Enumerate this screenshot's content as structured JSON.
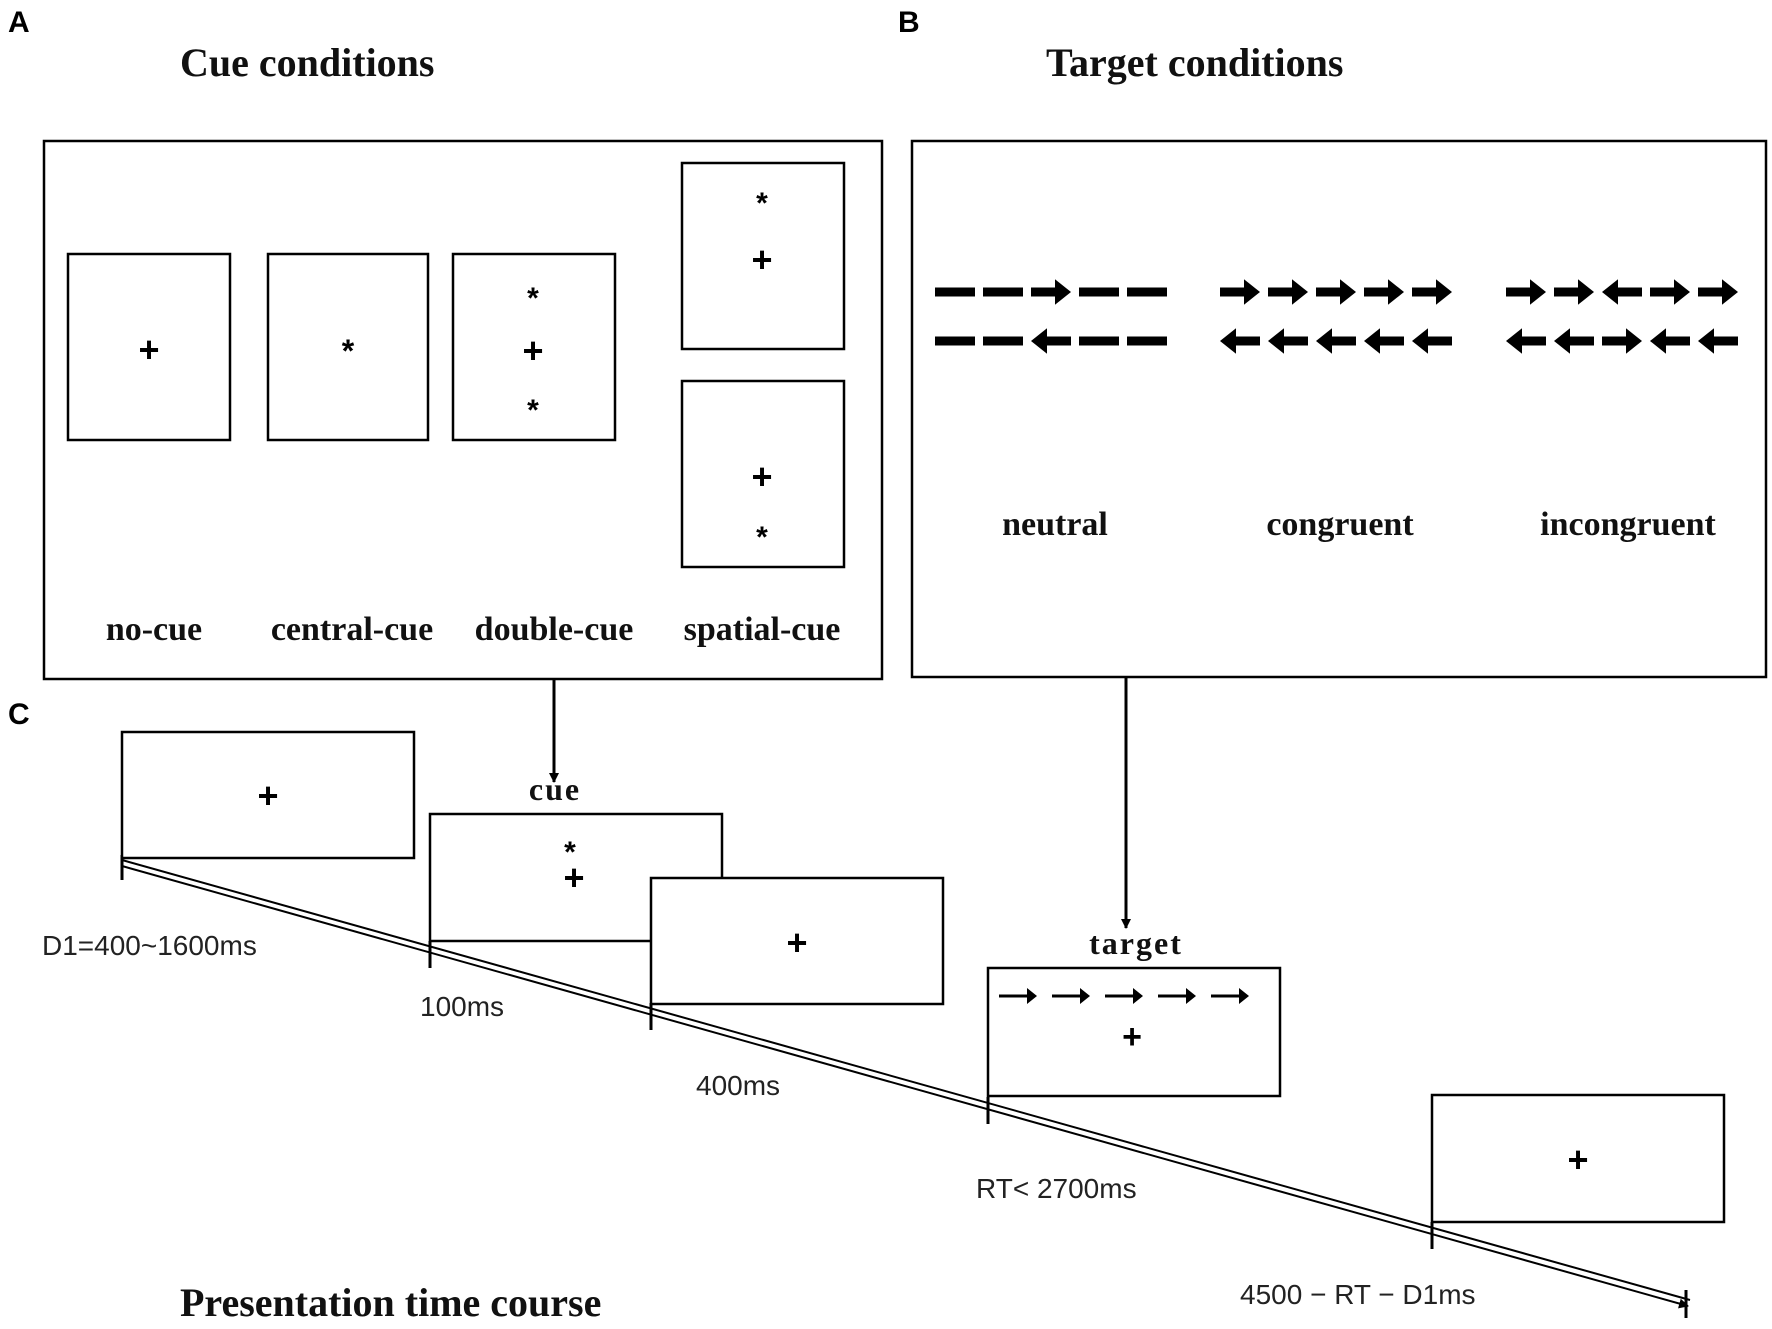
{
  "panels": {
    "a": {
      "letter": "A",
      "title": "Cue conditions"
    },
    "b": {
      "letter": "B",
      "title": "Target conditions"
    },
    "c": {
      "letter": "C",
      "title": "Presentation time course"
    }
  },
  "cue_conditions": [
    {
      "label": "no-cue"
    },
    {
      "label": "central-cue"
    },
    {
      "label": "double-cue"
    },
    {
      "label": "spatial-cue"
    }
  ],
  "target_conditions": [
    {
      "label": "neutral",
      "rows": [
        [
          "dash",
          "dash",
          "right",
          "dash",
          "dash"
        ],
        [
          "dash",
          "dash",
          "left",
          "dash",
          "dash"
        ]
      ]
    },
    {
      "label": "congruent",
      "rows": [
        [
          "right",
          "right",
          "right",
          "right",
          "right"
        ],
        [
          "left",
          "left",
          "left",
          "left",
          "left"
        ]
      ]
    },
    {
      "label": "incongruent",
      "rows": [
        [
          "right",
          "right",
          "left",
          "right",
          "right"
        ],
        [
          "left",
          "left",
          "right",
          "left",
          "left"
        ]
      ]
    }
  ],
  "timeline": {
    "stage_labels": {
      "cue": "cue",
      "target": "target"
    },
    "durations": [
      "D1=400~1600ms",
      "100ms",
      "400ms",
      "RT< 2700ms",
      "4500 − RT − D1ms"
    ]
  },
  "symbols": {
    "fixation": "+",
    "cue_star": "*"
  },
  "colors": {
    "ink": "#000000",
    "background": "#ffffff"
  }
}
